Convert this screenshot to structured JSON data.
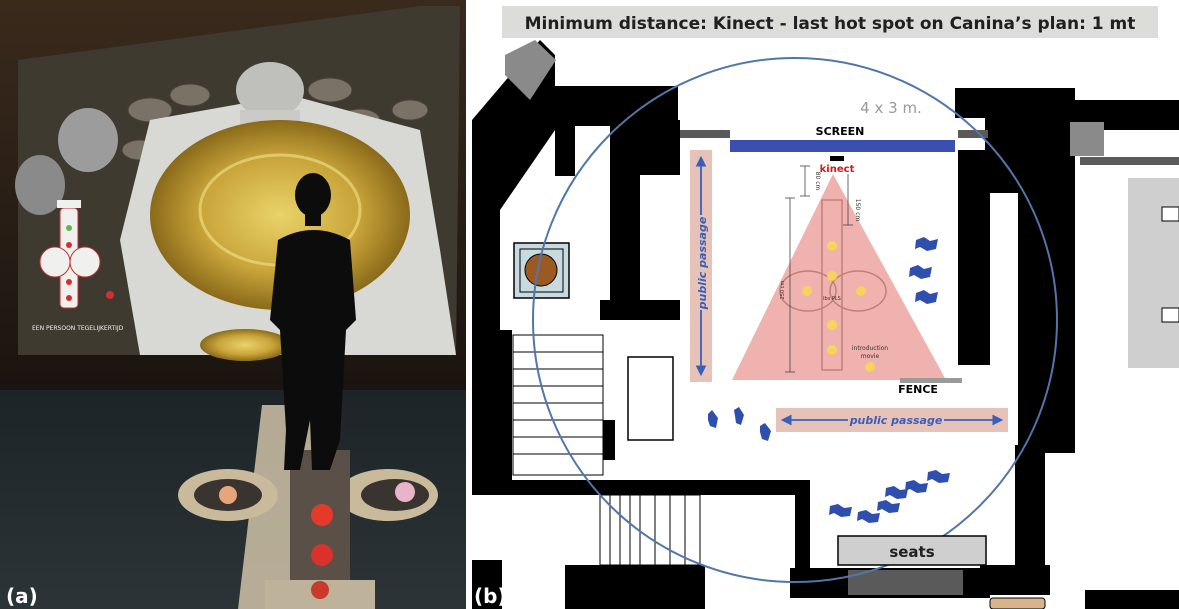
{
  "panel_a": {
    "label": "(a)",
    "screen_caption": "EEN PERSOON TEGELIJKERTIJD"
  },
  "panel_b": {
    "label": "(b)",
    "title": "Minimum distance: Kinect - last hot spot on Canina’s plan: 1 mt",
    "dimension_label": "4 x 3 m.",
    "screen_label": "SCREEN",
    "kinect_label": "kinect",
    "fence_label": "FENCE",
    "seats_label": "seats",
    "public_passage_vertical": "public passage",
    "public_passage_horizontal": "public passage",
    "measure_top": "80 cm",
    "measure_right": "150 cm",
    "measure_left": "250 cm",
    "plan_center_label": "lbs PLS",
    "intro_label_line1": "introduction",
    "intro_label_line2": "movie"
  },
  "colors": {
    "screen_bar": "#3b4fb0",
    "triangle": "#eeaaa5",
    "passage_band": "#e7c2b8",
    "arrow_blue": "#3a5fb8",
    "hotspot": "#f6d35a",
    "kinect_red": "#d21818",
    "circle": "#5276a8",
    "title_bg": "#dcdcd8"
  }
}
